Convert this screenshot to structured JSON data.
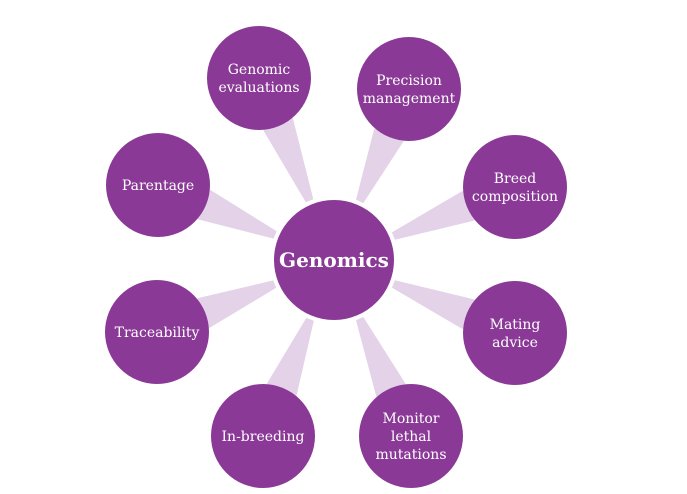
{
  "colors": {
    "node": "#8a3a96",
    "center": "#8a3a96",
    "connector": "#e3d2e8",
    "node_text": "#ffffff"
  },
  "center": {
    "label": "Genomics"
  },
  "nodes": [
    {
      "id": "genomic-evaluations",
      "lines": [
        "Genomic",
        "evaluations"
      ]
    },
    {
      "id": "precision-management",
      "lines": [
        "Precision",
        "management"
      ]
    },
    {
      "id": "breed-composition",
      "lines": [
        "Breed",
        "composition"
      ]
    },
    {
      "id": "mating-advice",
      "lines": [
        "Mating",
        "advice"
      ]
    },
    {
      "id": "monitor-lethal-mutations",
      "lines": [
        "Monitor",
        "lethal",
        "mutations"
      ]
    },
    {
      "id": "in-breeding",
      "lines": [
        "In-breeding"
      ]
    },
    {
      "id": "traceability",
      "lines": [
        "Traceability"
      ]
    },
    {
      "id": "parentage",
      "lines": [
        "Parentage"
      ]
    }
  ]
}
